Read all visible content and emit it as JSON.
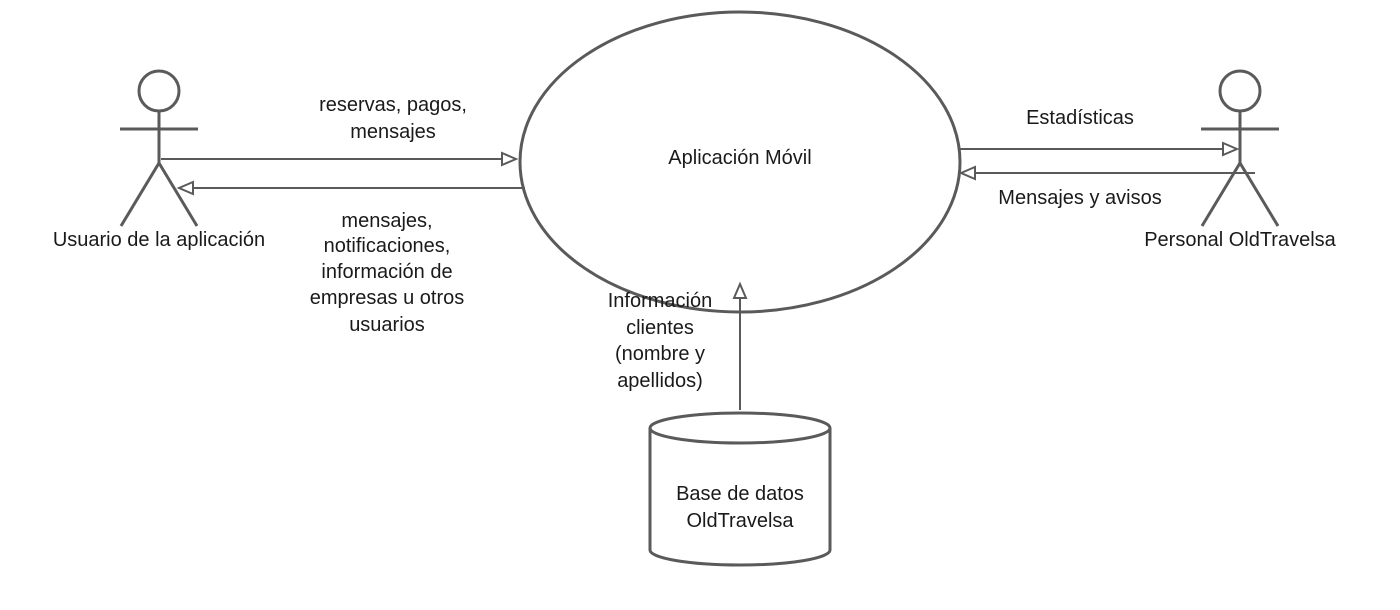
{
  "nodes": {
    "app": {
      "label": "Aplicación Móvil"
    },
    "user_actor": {
      "label": "Usuario de la aplicación"
    },
    "staff_actor": {
      "label": "Personal OldTravelsa"
    },
    "database": {
      "label_lines": [
        "Base de datos",
        "OldTravelsa"
      ]
    }
  },
  "flows": {
    "user_to_app": {
      "label_lines": [
        "reservas, pagos,",
        "mensajes"
      ]
    },
    "app_to_user": {
      "label_lines": [
        "mensajes,",
        "notificaciones,",
        "información de",
        "empresas u otros",
        "usuarios"
      ]
    },
    "app_to_staff": {
      "label": "Estadísticas"
    },
    "staff_to_app": {
      "label": "Mensajes y avisos"
    },
    "db_to_app": {
      "label_lines": [
        "Información",
        "clientes",
        "(nombre y",
        "apellidos)"
      ]
    }
  }
}
